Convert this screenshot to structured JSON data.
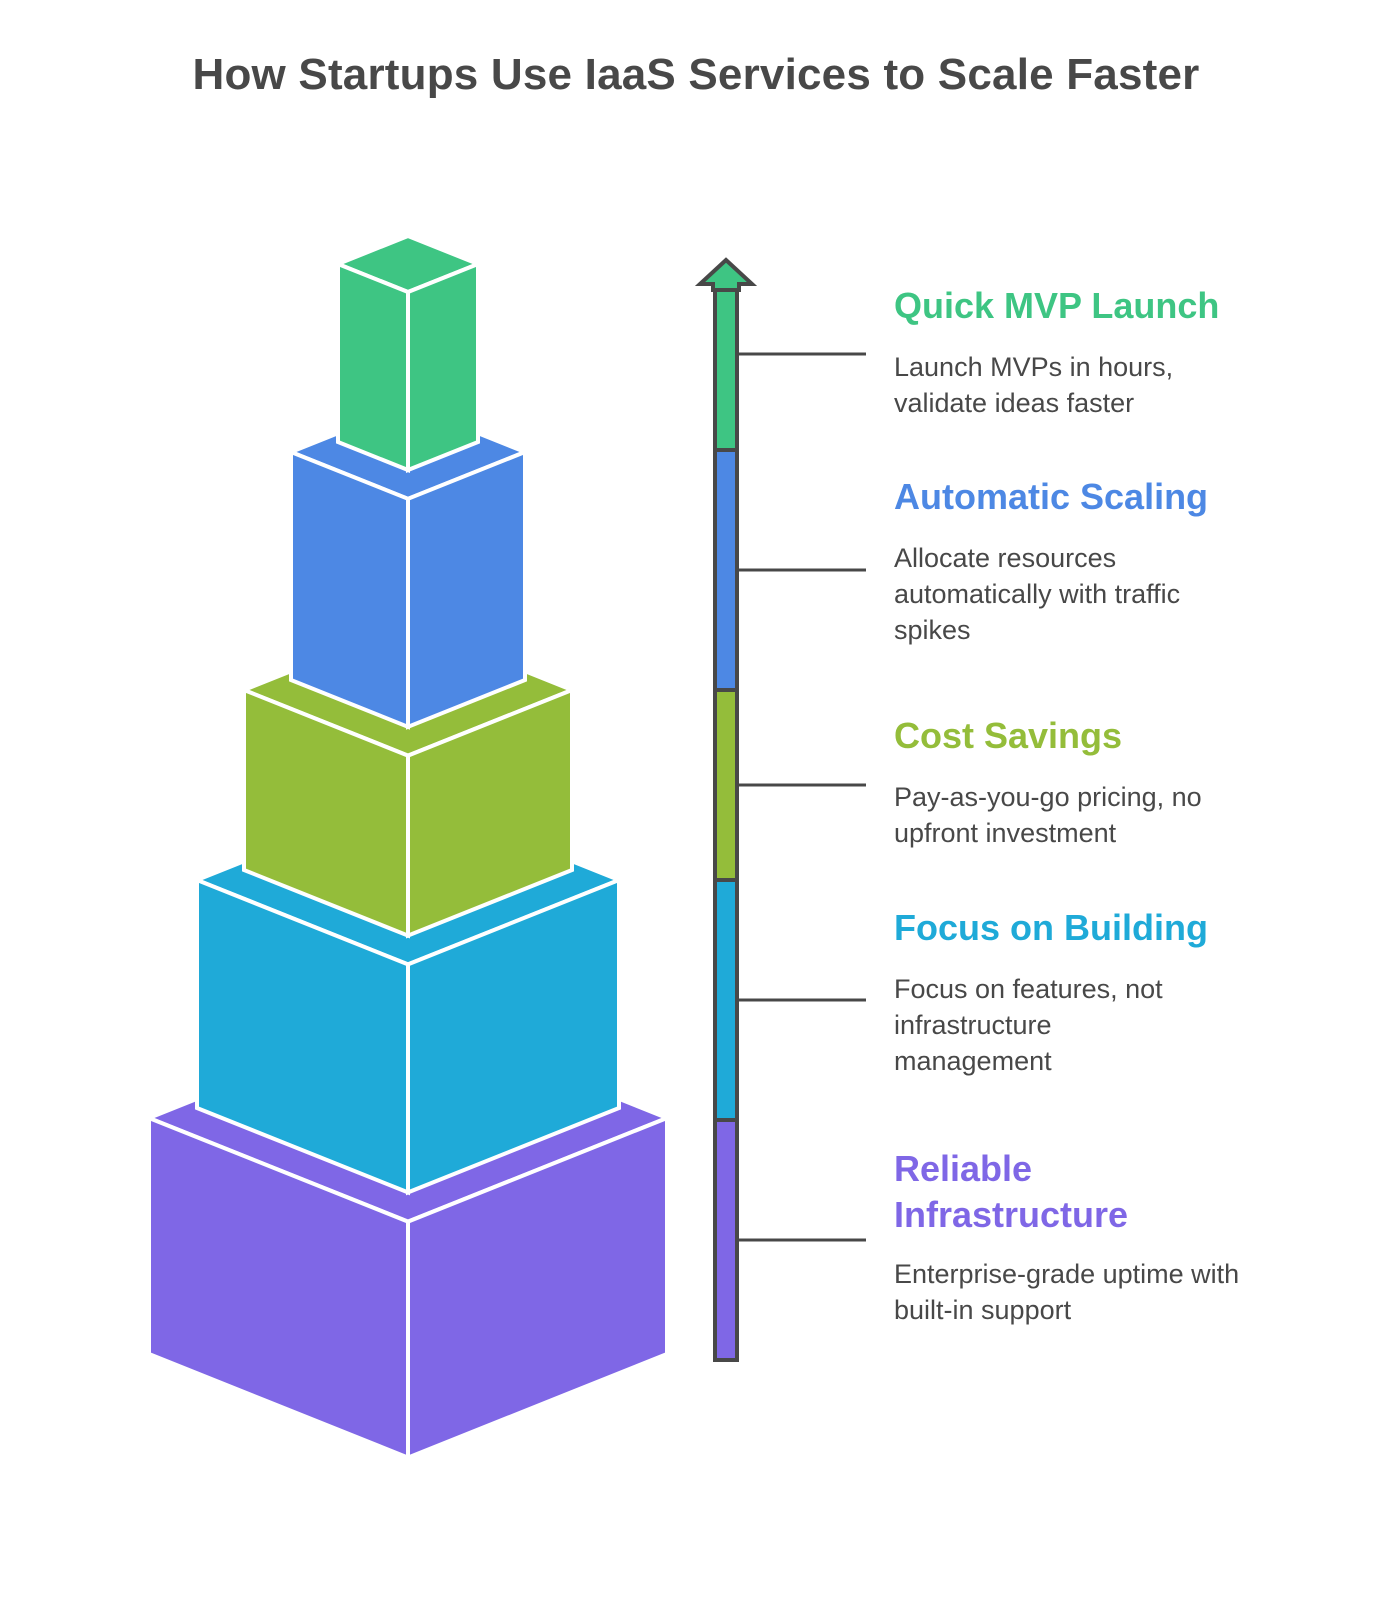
{
  "title": "How Startups Use IaaS Services to Scale Faster",
  "stack_direction_icon": "arrow-up-icon",
  "levels": [
    {
      "title": "Quick MVP Launch",
      "description": "Launch MVPs in hours, validate ideas faster",
      "color": "#3ec583"
    },
    {
      "title": "Automatic Scaling",
      "description": "Allocate resources automatically with traffic spikes",
      "color": "#4d88e4"
    },
    {
      "title": "Cost Savings",
      "description": "Pay-as-you-go pricing, no upfront investment",
      "color": "#94bd3a"
    },
    {
      "title": "Focus on Building",
      "description": "Focus on features, not infrastructure management",
      "color": "#1faad8"
    },
    {
      "title": "Reliable Infrastructure",
      "description": "Enterprise-grade uptime with built-in support",
      "color": "#7f67e6"
    }
  ],
  "colors": {
    "text": "#484848",
    "outline": "#484848",
    "background": "#ffffff"
  }
}
